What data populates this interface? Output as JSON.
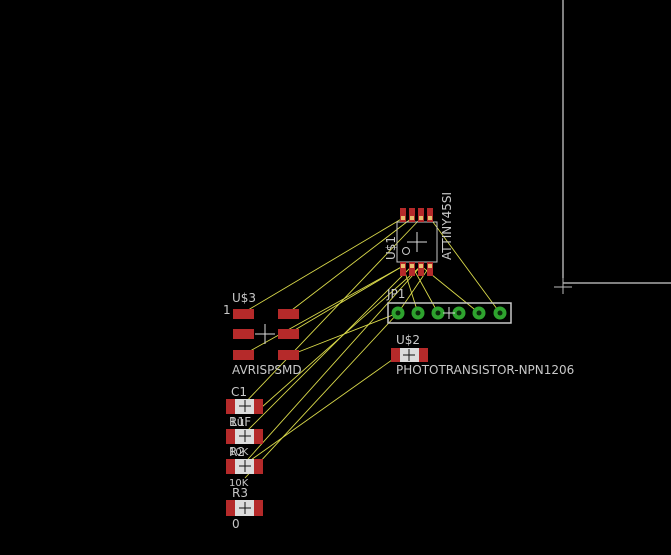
{
  "components": {
    "u3": {
      "name": "U$3",
      "value": "AVRISPSMD",
      "pin1": "1"
    },
    "u1": {
      "name": "U$1",
      "value": "ATTINY45SI"
    },
    "jp1": {
      "name": "JP1"
    },
    "u2": {
      "name": "U$2",
      "value": "PHOTOTRANSISTOR-NPN1206"
    },
    "c1": {
      "name": "C1",
      "value": "1uF"
    },
    "r1": {
      "name": "R1",
      "value": "10K"
    },
    "r2": {
      "name": "R2",
      "value": "10K"
    },
    "r3": {
      "name": "R3",
      "value": "0"
    }
  },
  "colors": {
    "background": "#000000",
    "pad": "#b52a2a",
    "silkscreen": "#c8c8c8",
    "airwire": "#d8d84a",
    "jp_pad": "#2ea32e",
    "board_outline": "#ffffff"
  }
}
